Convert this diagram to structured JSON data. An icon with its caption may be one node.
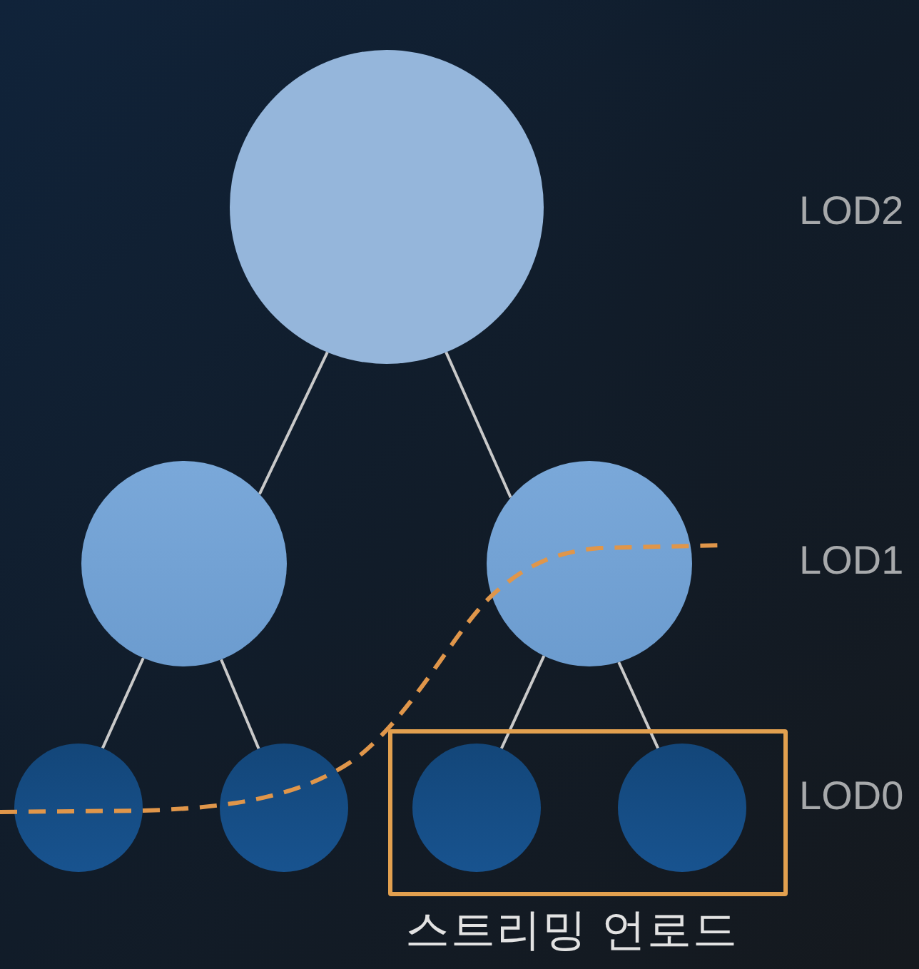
{
  "diagram": {
    "nodes": [
      {
        "text": [],
        "shape": "circle"
      },
      {
        "text": [],
        "shape": "circle"
      },
      {
        "text": [],
        "shape": "circle"
      },
      {
        "text": [],
        "shape": "circle"
      },
      {
        "text": [],
        "shape": "circle"
      },
      {
        "text": [
          "스트리밍 언로드"
        ]
      },
      {
        "text": [],
        "shape": "circle",
        "in": 5
      },
      {
        "text": [],
        "shape": "circle",
        "in": 5
      }
    ],
    "edges": [
      {
        "from": 0,
        "to": 1,
        "arrow": "none"
      },
      {
        "from": 0,
        "to": 2,
        "arrow": "none"
      },
      {
        "from": 1,
        "to": 3,
        "arrow": "none"
      },
      {
        "from": 1,
        "to": 4,
        "arrow": "none"
      },
      {
        "from": 2,
        "to": 6,
        "arrow": "none"
      },
      {
        "from": 2,
        "to": 7,
        "arrow": "none"
      }
    ],
    "labels": [
      "LOD2",
      "LOD1",
      "LOD0"
    ]
  }
}
